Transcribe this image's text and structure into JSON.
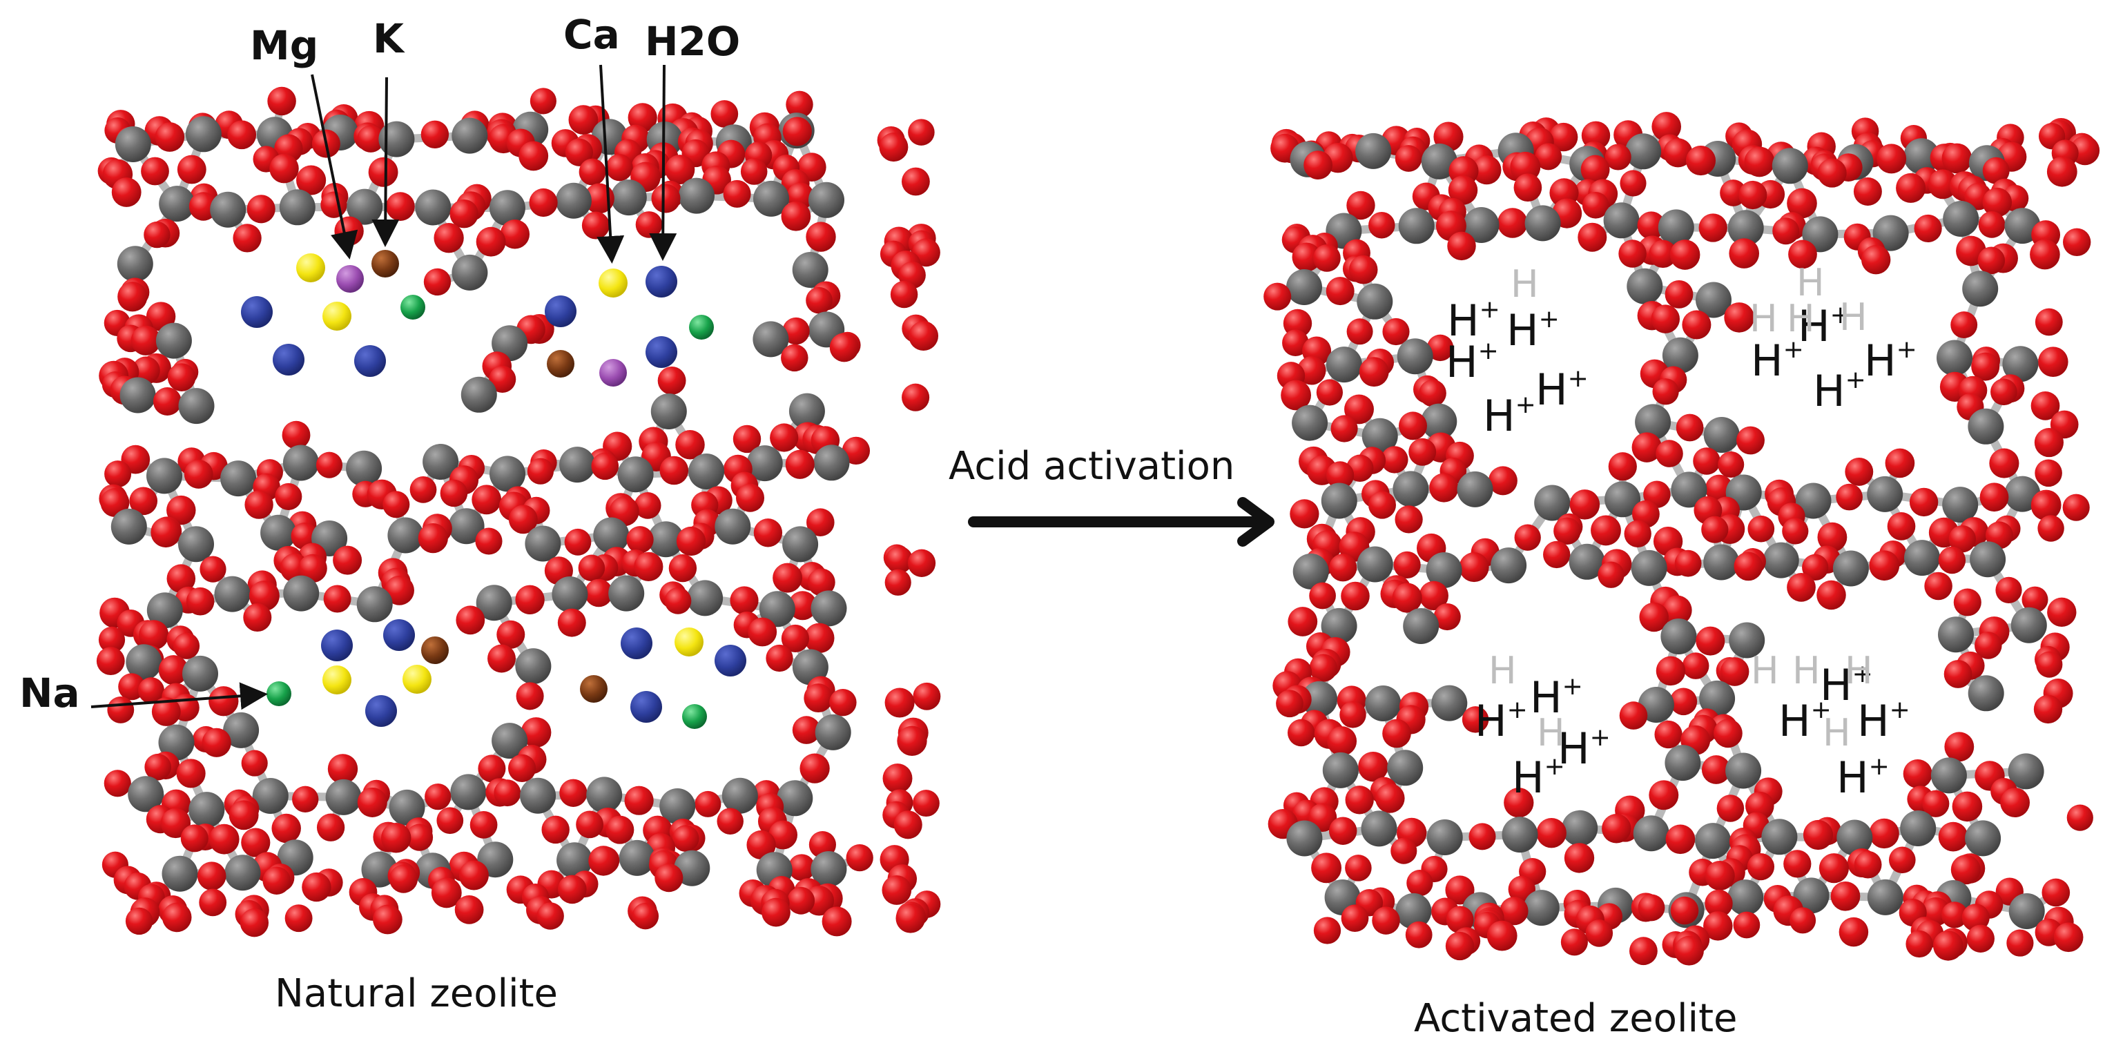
{
  "colors": {
    "oxygen": "#e3151b",
    "silicon": "#6e6e6e",
    "bond": "#b9b9b9",
    "h2o": "#2e3f9e",
    "ca": "#f4e512",
    "mg": "#9a4cb0",
    "k": "#7a3a14",
    "na": "#17a24a",
    "text": "#111111"
  },
  "labels": {
    "mg": "Mg",
    "k": "K",
    "ca": "Ca",
    "h2o": "H2O",
    "na": "Na",
    "arrow": "Acid activation",
    "natural": "Natural zeolite",
    "activated": "Activated zeolite",
    "h_ion": "H",
    "h_charge": "+"
  },
  "icons": {
    "framework": "zeolite-framework",
    "arrow": "right-arrow-icon"
  }
}
